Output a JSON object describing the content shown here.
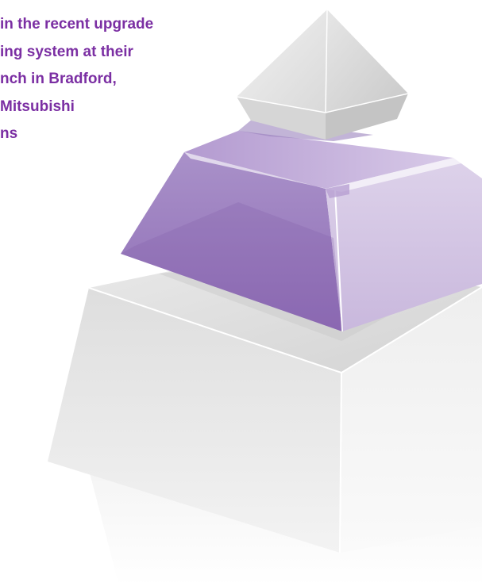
{
  "text_block": {
    "lines": [
      "in the recent upgrade",
      "ing system at their",
      "nch in Bradford,",
      " Mitsubishi",
      "ns"
    ]
  },
  "pyramid": {
    "tiers": [
      "top",
      "middle",
      "base"
    ],
    "highlighted_tier": "middle",
    "colors": {
      "text": "#7b2fa3",
      "highlight": "#9b7fc0",
      "neutral": "#dcdcdc"
    }
  }
}
